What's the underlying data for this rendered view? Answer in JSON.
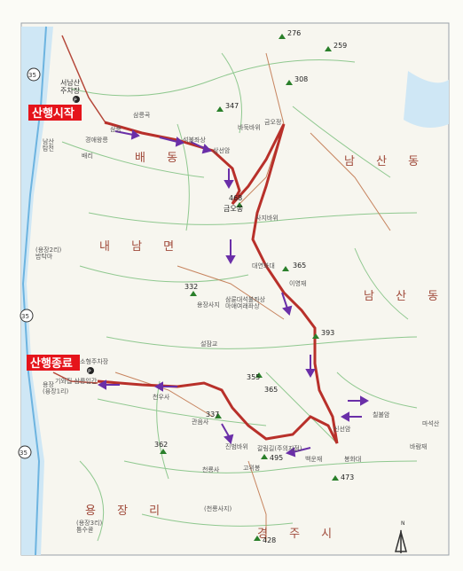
{
  "start_label": "산행시작",
  "end_label": "산행종료",
  "parking_start": "서남산\n주차장",
  "parking_end": "소형주차장",
  "areas": {
    "baedong": "배 동",
    "naenammyeon": "내 남 면",
    "namsandong_top": "남 산 동",
    "namsandong_mid": "남 산 동",
    "yongjangri": "용 장 리",
    "gyeongju": "경 주 시"
  },
  "peaks": {
    "p468": "468",
    "geumobong": "금오봉",
    "p365a": "365",
    "p365b": "365",
    "p332": "332",
    "p393": "393",
    "p355": "355",
    "p337": "337",
    "p362": "362",
    "p495": "495",
    "p473": "473",
    "p428": "428",
    "p308": "308",
    "p347": "347",
    "p276": "276",
    "p259": "259"
  },
  "places": {
    "samneung": "삼릉",
    "gyeongaewangneung": "경애왕릉",
    "baeri": "배리",
    "samneunggol": "삼릉곡",
    "seokbulsang": "석불좌상",
    "sangseonam": "상선암",
    "badukbawi": "바둑바위",
    "geumobong_detail": "금오정",
    "sajibawi": "사지바위",
    "daeyeonhwadae": "대연화대",
    "iyeongjae": "이영재",
    "yongjangsaji": "용장사지",
    "samryunsihak": "삼륜대석불좌상\n마애여래좌상",
    "seolamgyo": "설잠교",
    "yongjangri_name": "용장\n(용장1리)",
    "gisokjip": "기와집 삼릉입간",
    "cheonusa": "천우사",
    "gwaneumsa": "관음사",
    "jinbeomnanggol": "진범바위",
    "galbanggol": "갈림길(주의지점)",
    "chilbulam": "칠불암",
    "sinseonam": "신선암",
    "bongwadae": "봉화대",
    "goweibong": "고위봉",
    "baekunjae": "백운재",
    "mabuksung": "마석산",
    "baekunae": "바람재",
    "cheonryongsa": "천룡사",
    "cheonryongsaji": "(천룡사지)",
    "yongjang2ri": "(용장2리)\n밤탁마",
    "yongjang3ri": "(용장3리)\n틈수골",
    "ansiyangdong": "남산\n탐천"
  },
  "compass_label": "N"
}
